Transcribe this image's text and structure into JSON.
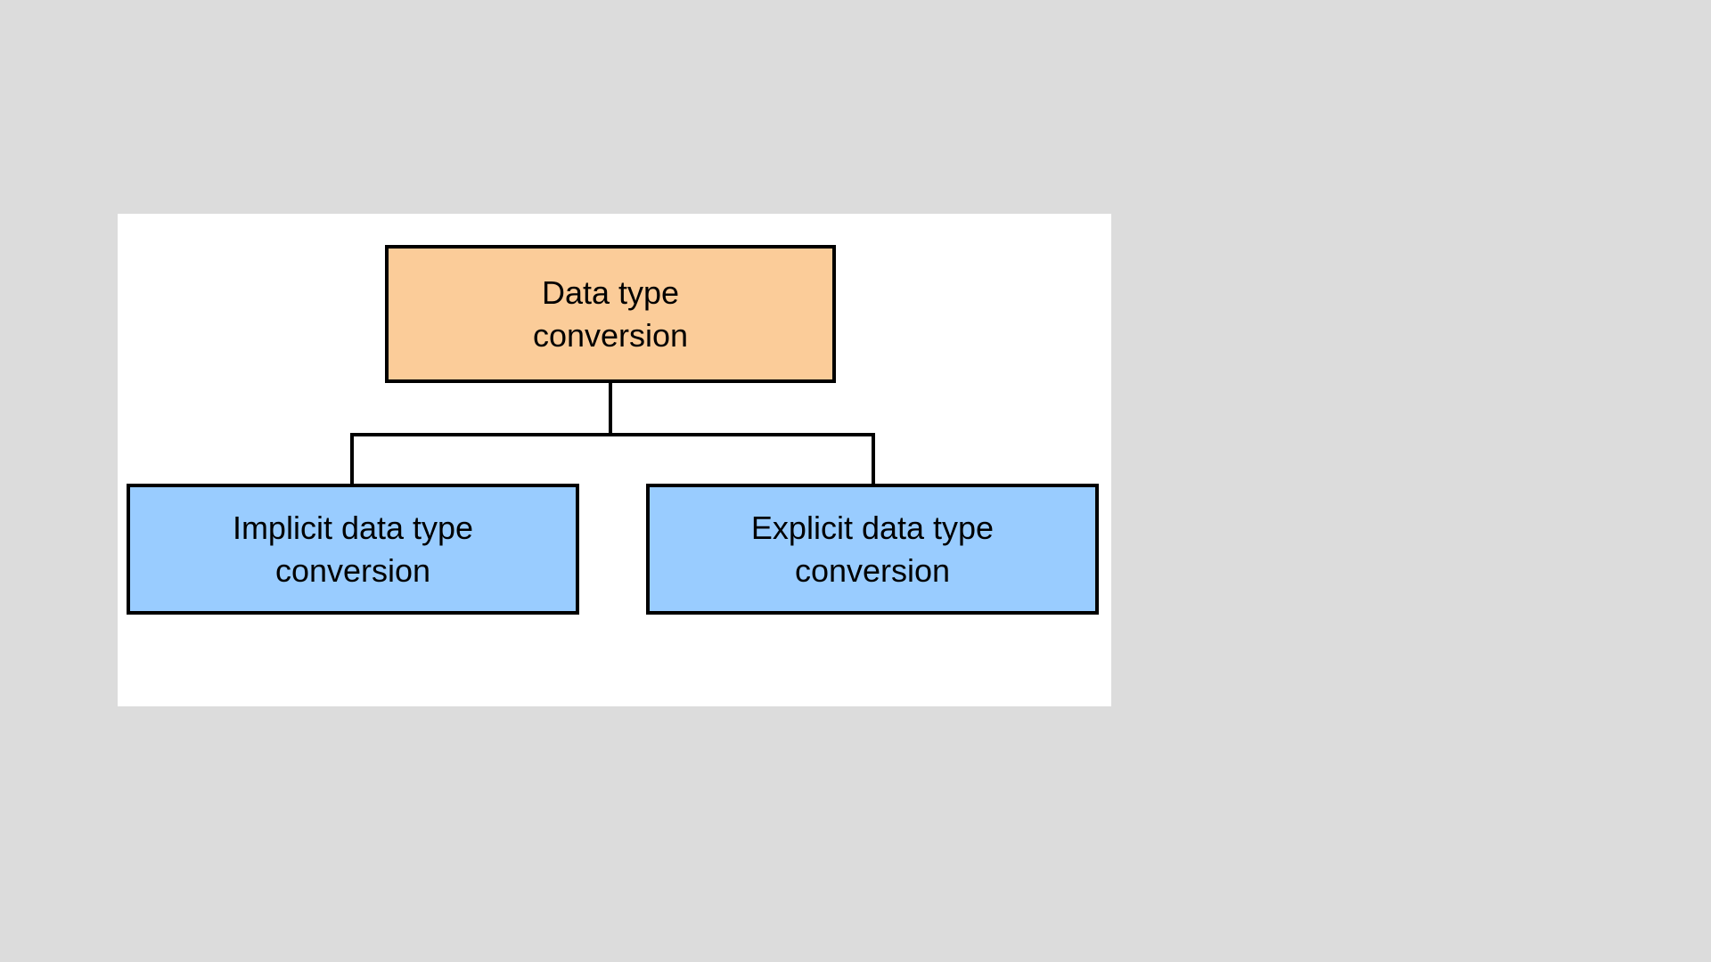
{
  "colors": {
    "page_background": "#dcdcdc",
    "canvas_background": "#ffffff",
    "root_fill": "#fbcc99",
    "child_fill": "#99ccff",
    "border": "#000000",
    "line": "#000000",
    "text": "#000000"
  },
  "diagram": {
    "type": "hierarchy",
    "root": {
      "label": "Data type\nconversion"
    },
    "children": [
      {
        "label": "Implicit data type\nconversion"
      },
      {
        "label": "Explicit data type\nconversion"
      }
    ],
    "edges": [
      {
        "from": "root",
        "to": "implicit-child"
      },
      {
        "from": "root",
        "to": "explicit-child"
      }
    ]
  }
}
